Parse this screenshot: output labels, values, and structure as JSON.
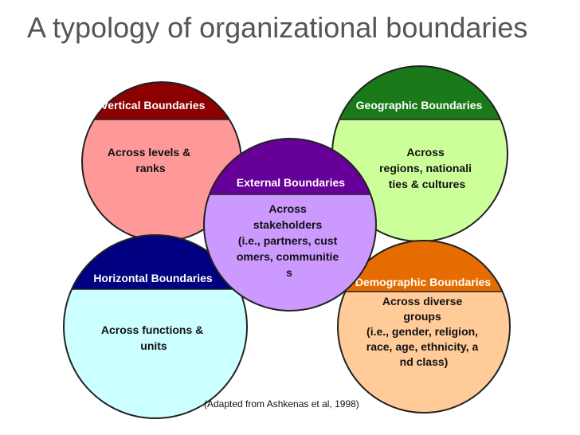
{
  "title": "A typology of organizational boundaries",
  "citation": "(Adapted from Ashkenas et al, 1998)",
  "circles": [
    {
      "id": "vertical",
      "header": "Vertical Boundaries",
      "body_lines": [
        "Across levels &",
        "ranks"
      ],
      "colors": {
        "top": "#8b0000",
        "bottom": "#ff9999"
      }
    },
    {
      "id": "geographic",
      "header": "Geographic Boundaries",
      "body_lines": [
        "Across",
        "regions, nationali",
        "ties & cultures"
      ],
      "colors": {
        "top": "#1a7a1a",
        "bottom": "#ccff99"
      }
    },
    {
      "id": "horizontal",
      "header": "Horizontal Boundaries",
      "body_lines": [
        "Across functions &",
        "units"
      ],
      "colors": {
        "top": "#000080",
        "bottom": "#ccffff"
      }
    },
    {
      "id": "demographic",
      "header": "Demographic Boundaries",
      "body_lines": [
        "Across diverse",
        "groups",
        "(i.e., gender, religion,",
        "race, age, ethnicity, a",
        "nd class)"
      ],
      "colors": {
        "top": "#e66c00",
        "bottom": "#ffcc99"
      }
    },
    {
      "id": "external",
      "header": "External Boundaries",
      "body_lines": [
        "Across",
        "stakeholders",
        "(i.e., partners,  cust",
        "omers, communitie",
        "s"
      ],
      "colors": {
        "top": "#660099",
        "bottom": "#cc99ff"
      }
    }
  ]
}
